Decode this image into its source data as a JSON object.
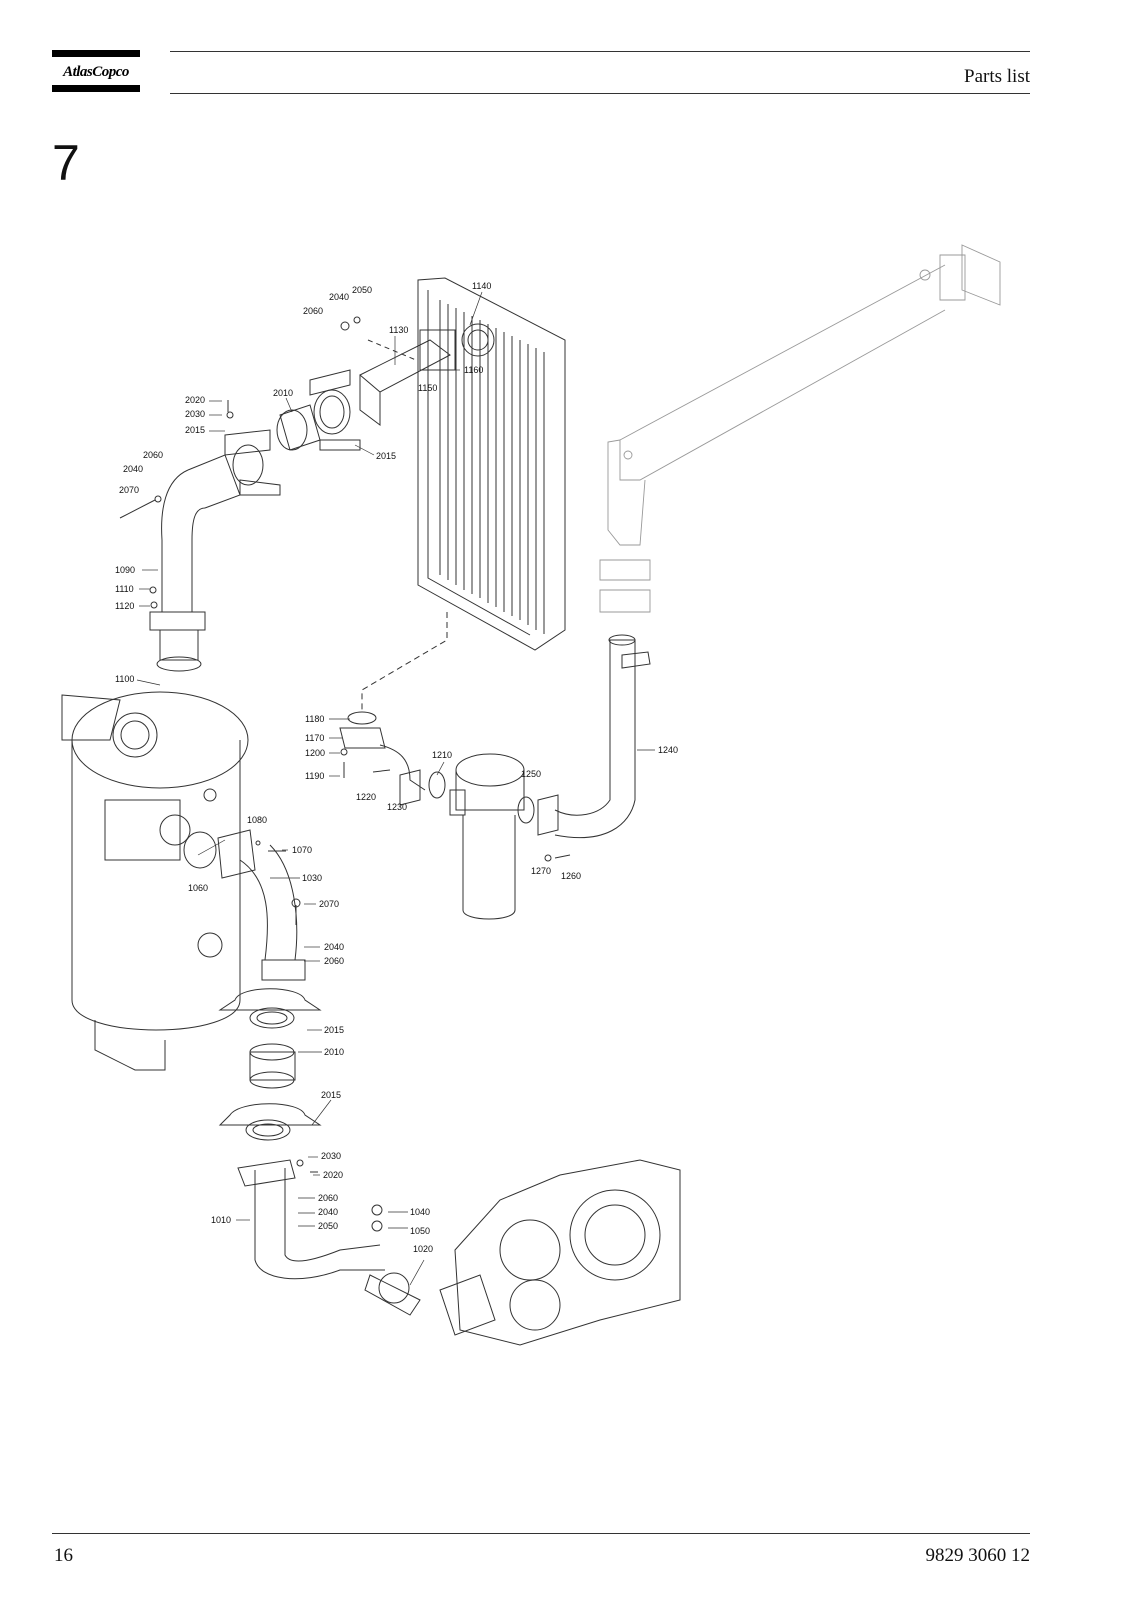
{
  "header": {
    "brand": "AtlasCopco",
    "title": "Parts list"
  },
  "section_number": "7",
  "labels": {
    "l1140": "1140",
    "l2050": "2050",
    "l2040a": "2040",
    "l2060a": "2060",
    "l1130": "1130",
    "l1160": "1160",
    "l1150": "1150",
    "l2020a": "2020",
    "l2030a": "2030",
    "l2015a": "2015",
    "l2010a": "2010",
    "l2015b": "2015",
    "l2060b": "2060",
    "l2040b": "2040",
    "l2070a": "2070",
    "l1090": "1090",
    "l1110": "1110",
    "l1120": "1120",
    "l1100": "1100",
    "l1180": "1180",
    "l1170": "1170",
    "l1200": "1200",
    "l1190": "1190",
    "l1210": "1210",
    "l1220": "1220",
    "l1230": "1230",
    "l1250": "1250",
    "l1240": "1240",
    "l1270": "1270",
    "l1260": "1260",
    "l1080": "1080",
    "l1070": "1070",
    "l1060": "1060",
    "l1030": "1030",
    "l2070b": "2070",
    "l2040c": "2040",
    "l2060c": "2060",
    "l2015c": "2015",
    "l2010b": "2010",
    "l2015d": "2015",
    "l2030b": "2030",
    "l2020b": "2020",
    "l2060d": "2060",
    "l2040d": "2040",
    "l2050b": "2050",
    "l1010": "1010",
    "l1040": "1040",
    "l1050": "1050",
    "l1020": "1020"
  },
  "footer": {
    "page_number": "16",
    "document_number": "9829 3060 12"
  }
}
